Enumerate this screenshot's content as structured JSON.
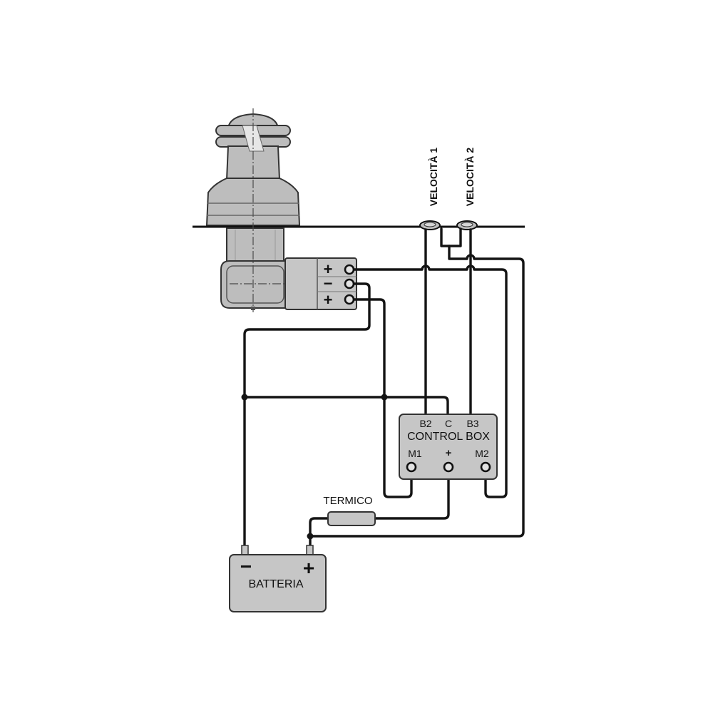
{
  "labels": {
    "speed_1": "VELOCITÀ 1",
    "speed_2": "VELOCITÀ 2",
    "thermal": "TERMICO",
    "battery": "BATTERIA"
  },
  "control_box": {
    "title": "CONTROL BOX",
    "top_terminals": [
      "B2",
      "C",
      "B3"
    ],
    "bottom_terminals": [
      "M1",
      "+",
      "M2"
    ]
  },
  "motor_terminals": [
    "+",
    "−",
    "+"
  ],
  "battery_terminals": {
    "negative": "−",
    "positive": "+"
  },
  "colors": {
    "wire": "#141414",
    "component_fill": "#c6c6c6",
    "winch_fill": "#bdbdbd",
    "background": "#ffffff"
  }
}
